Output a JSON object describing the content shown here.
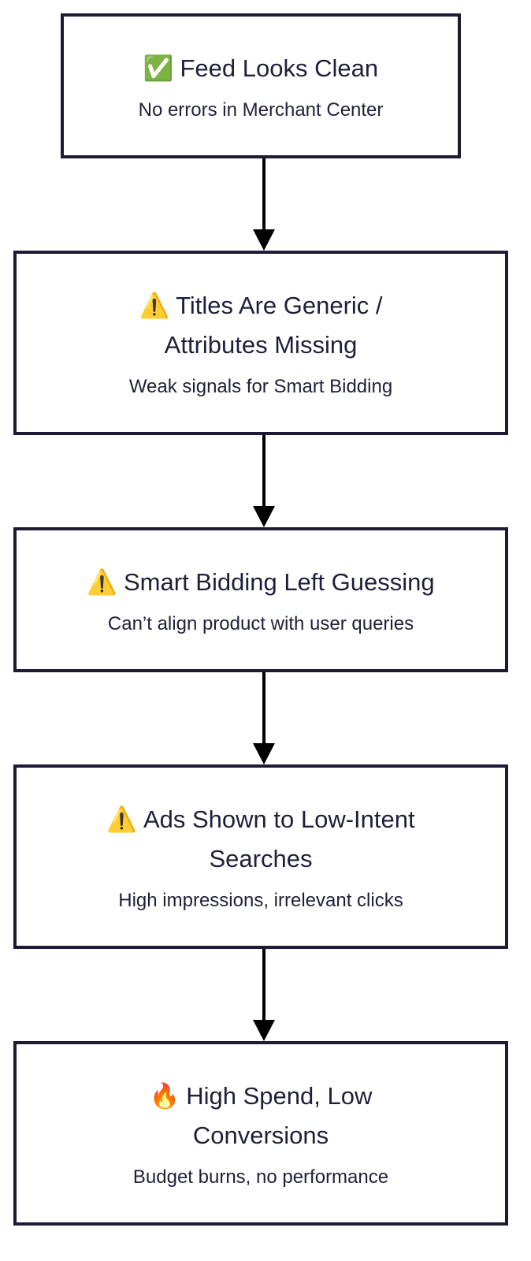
{
  "nodes": [
    {
      "icon": "check-mark-icon",
      "glyph": "✅",
      "title_lines": [
        "Feed Looks Clean"
      ],
      "subtitle": "No errors in Merchant Center"
    },
    {
      "icon": "warning-icon",
      "glyph": "⚠️",
      "title_lines": [
        "Titles Are Generic /",
        "Attributes Missing"
      ],
      "subtitle": "Weak signals for Smart Bidding"
    },
    {
      "icon": "warning-icon",
      "glyph": "⚠️",
      "title_lines": [
        "Smart Bidding Left Guessing"
      ],
      "subtitle": "Can’t align product with user queries"
    },
    {
      "icon": "warning-icon",
      "glyph": "⚠️",
      "title_lines": [
        "Ads Shown to Low-Intent",
        "Searches"
      ],
      "subtitle": "High impressions, irrelevant clicks"
    },
    {
      "icon": "fire-icon",
      "glyph": "🔥",
      "title_lines": [
        "High Spend, Low",
        "Conversions"
      ],
      "subtitle": "Budget burns, no performance"
    }
  ],
  "colors": {
    "border": "#1d1a33",
    "text": "#1f1f3a",
    "arrow": "#000000",
    "check": "#2fb344",
    "warning": "#f4b400",
    "fire": "#f26522"
  }
}
